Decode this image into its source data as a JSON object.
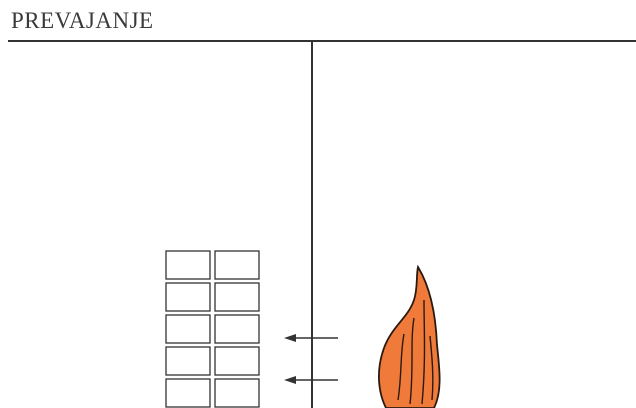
{
  "title": "PREVAJANJE",
  "colors": {
    "line": "#333333",
    "flame_fill": "#f07a3a",
    "flame_stroke": "#2a1a10",
    "brick_stroke": "#333333",
    "background": "#ffffff"
  },
  "diagram": {
    "wall": "vertical-wall",
    "heat_transfer": "radiation-arrows",
    "brick_stack": {
      "rows": 5,
      "columns": 2
    },
    "arrow_count": 2,
    "flame": "flame-icon"
  }
}
